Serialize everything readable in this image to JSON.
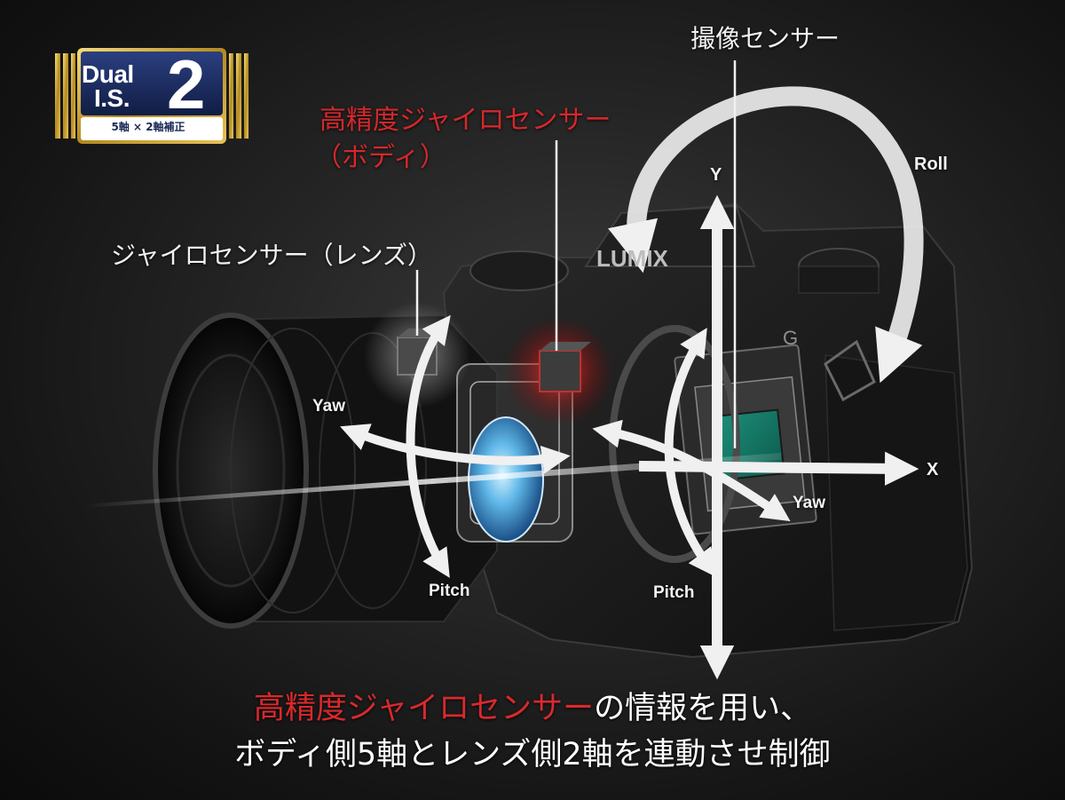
{
  "badge": {
    "line1": "Dual",
    "line2": "I.S.",
    "number": "2",
    "subtitle": "5軸 × 2軸補正"
  },
  "labels": {
    "image_sensor": "撮像センサー",
    "body_gyro_line1": "高精度ジャイロセンサー",
    "body_gyro_line2": "（ボディ）",
    "lens_gyro": "ジャイロセンサー（レンズ）",
    "roll": "Roll",
    "y_axis": "Y",
    "x_axis": "X",
    "yaw_lens": "Yaw",
    "yaw_body": "Yaw",
    "pitch_lens": "Pitch",
    "pitch_body": "Pitch",
    "camera_brand": "LUMIX",
    "camera_model": "G"
  },
  "caption": {
    "highlight": "高精度ジャイロセンサー",
    "rest_line1": "の情報を用い、",
    "line2": "ボディ側5軸とレンズ側2軸を連動させ制御"
  },
  "colors": {
    "accent_red": "#d4282b",
    "badge_gold": "#c9a227",
    "badge_navy": "#1b2a55",
    "arrow_white": "#f0f0f0"
  }
}
